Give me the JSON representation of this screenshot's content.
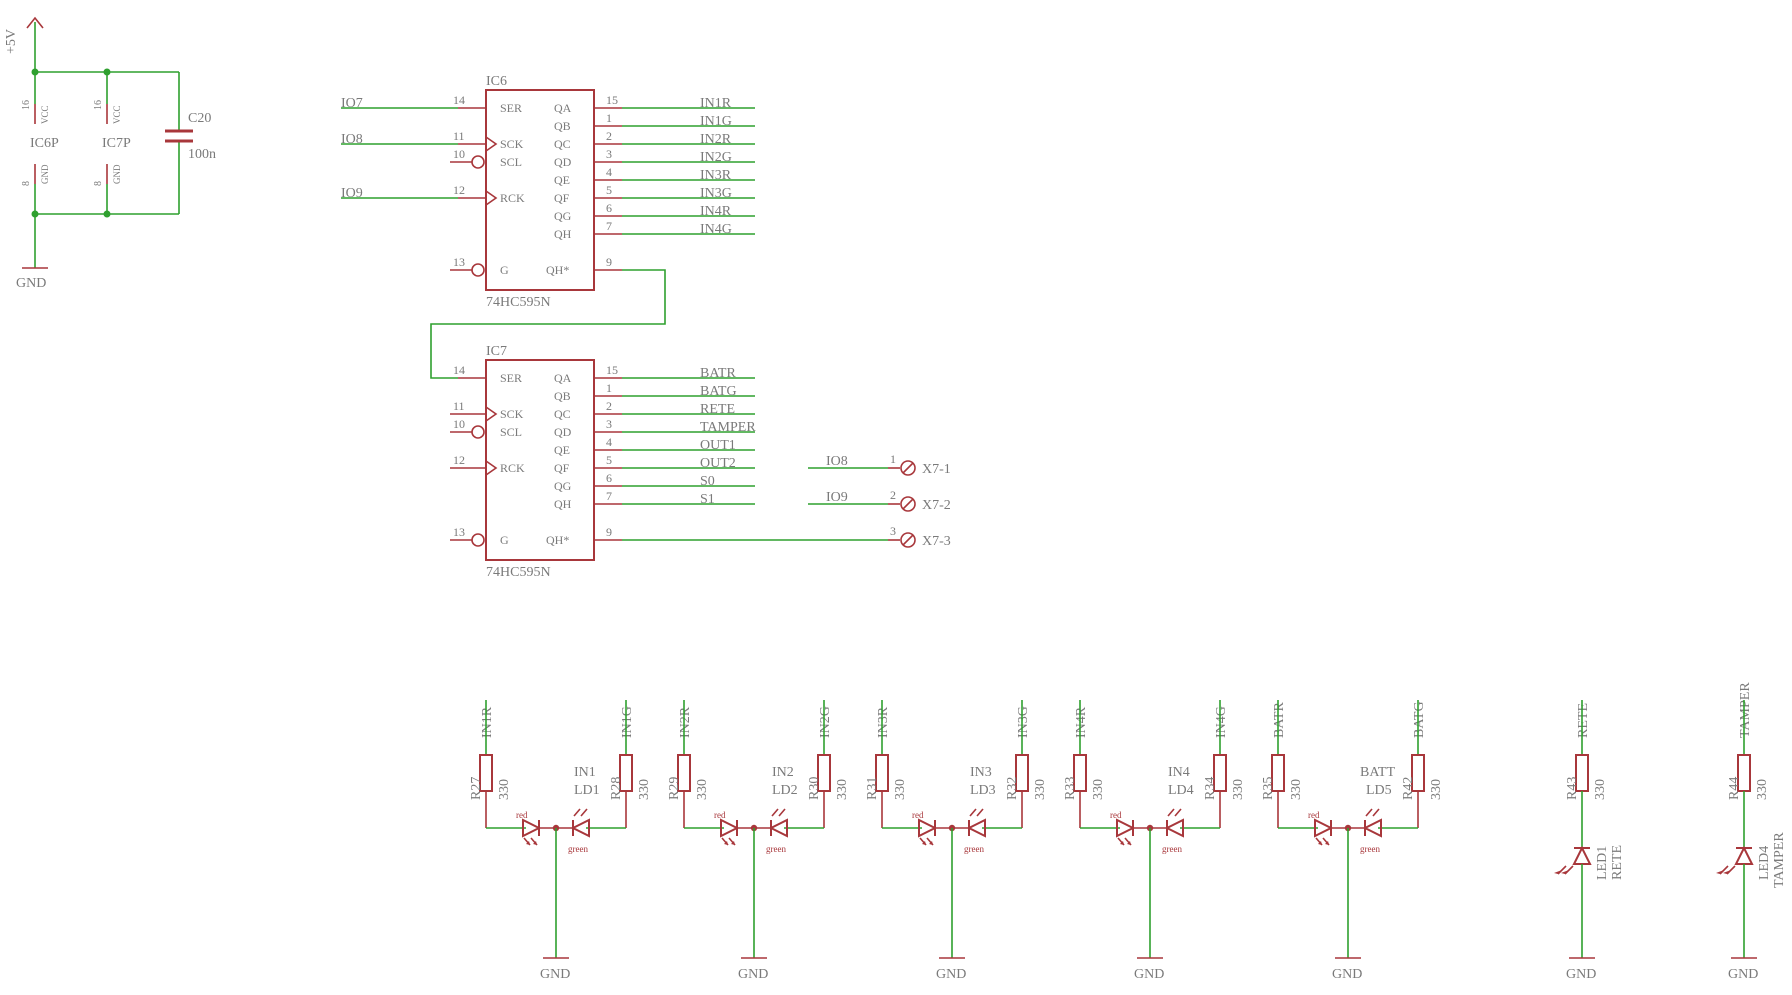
{
  "power": {
    "vcc": "+5V",
    "gnd": "GND",
    "ic6p": "IC6P",
    "ic7p": "IC7P",
    "vcc_pin": "16",
    "vcc_name": "VCC",
    "gnd_pin": "8",
    "gnd_name": "GND",
    "cap_name": "C20",
    "cap_value": "100n"
  },
  "ic6": {
    "name": "IC6",
    "part": "74HC595N",
    "inputs": [
      {
        "pin": "14",
        "name": "SER",
        "net": "IO7"
      },
      {
        "pin": "11",
        "name": "SCK",
        "net": "IO8"
      },
      {
        "pin": "10",
        "name": "SCL",
        "net": ""
      },
      {
        "pin": "12",
        "name": "RCK",
        "net": "IO9"
      },
      {
        "pin": "13",
        "name": "G",
        "net": ""
      }
    ],
    "outputs": [
      {
        "pin": "15",
        "name": "QA",
        "net": "IN1R"
      },
      {
        "pin": "1",
        "name": "QB",
        "net": "IN1G"
      },
      {
        "pin": "2",
        "name": "QC",
        "net": "IN2R"
      },
      {
        "pin": "3",
        "name": "QD",
        "net": "IN2G"
      },
      {
        "pin": "4",
        "name": "QE",
        "net": "IN3R"
      },
      {
        "pin": "5",
        "name": "QF",
        "net": "IN3G"
      },
      {
        "pin": "6",
        "name": "QG",
        "net": "IN4R"
      },
      {
        "pin": "7",
        "name": "QH",
        "net": "IN4G"
      }
    ],
    "qh_star": {
      "pin": "9",
      "name": "QH*"
    }
  },
  "ic7": {
    "name": "IC7",
    "part": "74HC595N",
    "inputs": [
      {
        "pin": "14",
        "name": "SER"
      },
      {
        "pin": "11",
        "name": "SCK"
      },
      {
        "pin": "10",
        "name": "SCL"
      },
      {
        "pin": "12",
        "name": "RCK"
      },
      {
        "pin": "13",
        "name": "G"
      }
    ],
    "outputs": [
      {
        "pin": "15",
        "name": "QA",
        "net": "BATR"
      },
      {
        "pin": "1",
        "name": "QB",
        "net": "BATG"
      },
      {
        "pin": "2",
        "name": "QC",
        "net": "RETE"
      },
      {
        "pin": "3",
        "name": "QD",
        "net": "TAMPER"
      },
      {
        "pin": "4",
        "name": "QE",
        "net": "OUT1"
      },
      {
        "pin": "5",
        "name": "QF",
        "net": "OUT2"
      },
      {
        "pin": "6",
        "name": "QG",
        "net": "S0"
      },
      {
        "pin": "7",
        "name": "QH",
        "net": "S1"
      }
    ],
    "qh_star": {
      "pin": "9",
      "name": "QH*"
    }
  },
  "connector": [
    {
      "net": "IO8",
      "pin": "1",
      "name": "X7-1"
    },
    {
      "net": "IO9",
      "pin": "2",
      "name": "X7-2"
    },
    {
      "net": "",
      "pin": "3",
      "name": "X7-3"
    }
  ],
  "bicolor_leds": [
    {
      "net_r": "IN1R",
      "net_g": "IN1G",
      "r1": "R27",
      "r2": "R28",
      "val": "330",
      "label": "IN1",
      "led": "LD1",
      "red": "red",
      "green": "green",
      "gnd": "GND"
    },
    {
      "net_r": "IN2R",
      "net_g": "IN2G",
      "r1": "R29",
      "r2": "R30",
      "val": "330",
      "label": "IN2",
      "led": "LD2",
      "red": "red",
      "green": "green",
      "gnd": "GND"
    },
    {
      "net_r": "IN3R",
      "net_g": "IN3G",
      "r1": "R31",
      "r2": "R32",
      "val": "330",
      "label": "IN3",
      "led": "LD3",
      "red": "red",
      "green": "green",
      "gnd": "GND"
    },
    {
      "net_r": "IN4R",
      "net_g": "IN4G",
      "r1": "R33",
      "r2": "R34",
      "val": "330",
      "label": "IN4",
      "led": "LD4",
      "red": "red",
      "green": "green",
      "gnd": "GND"
    },
    {
      "net_r": "BATR",
      "net_g": "BATG",
      "r1": "R35",
      "r2": "R42",
      "val": "330",
      "label": "BATT",
      "led": "LD5",
      "red": "red",
      "green": "green",
      "gnd": "GND"
    }
  ],
  "single_leds": [
    {
      "net": "RETE",
      "res": "R43",
      "val": "330",
      "led": "LED1",
      "label": "RETE",
      "gnd": "GND"
    },
    {
      "net": "TAMPER",
      "res": "R44",
      "val": "330",
      "led": "LED4",
      "label": "TAMPER",
      "gnd": "GND"
    }
  ],
  "colors": {
    "wire": "#2fa02f",
    "symbol": "#a8373b",
    "text": "#7a7a7a"
  }
}
